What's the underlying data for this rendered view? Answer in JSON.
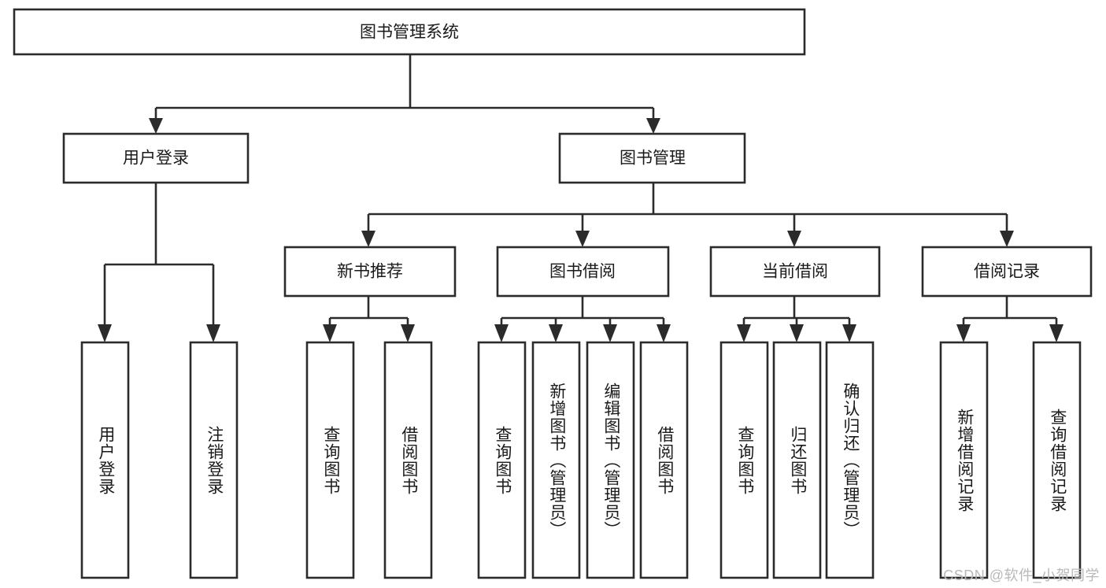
{
  "diagram": {
    "title": "图书管理系统",
    "type": "tree",
    "watermark": "CSDN @软件_小贺同学",
    "colors": {
      "stroke": "#2b2b2b",
      "fill": "#ffffff",
      "text": "#1a1a1a",
      "watermark": "#b9b9b9",
      "background": "#ffffff"
    },
    "nodes": {
      "root": {
        "label": "图书管理系统",
        "orientation": "horizontal"
      },
      "level2": [
        {
          "id": "user-login",
          "label": "用户登录",
          "orientation": "horizontal"
        },
        {
          "id": "book-manage",
          "label": "图书管理",
          "orientation": "horizontal"
        }
      ],
      "level3": [
        {
          "id": "new-book-recommend",
          "label": "新书推荐",
          "orientation": "horizontal"
        },
        {
          "id": "book-borrow",
          "label": "图书借阅",
          "orientation": "horizontal"
        },
        {
          "id": "current-borrow",
          "label": "当前借阅",
          "orientation": "horizontal"
        },
        {
          "id": "borrow-record",
          "label": "借阅记录",
          "orientation": "horizontal"
        }
      ],
      "leaves": [
        {
          "id": "leaf-user-login",
          "label": "用户登录",
          "parent": "user-login",
          "orientation": "vertical"
        },
        {
          "id": "leaf-user-logout",
          "label": "注销登录",
          "parent": "user-login",
          "orientation": "vertical"
        },
        {
          "id": "leaf-query-book-1",
          "label": "查询图书",
          "parent": "new-book-recommend",
          "orientation": "vertical"
        },
        {
          "id": "leaf-borrow-book-1",
          "label": "借阅图书",
          "parent": "new-book-recommend",
          "orientation": "vertical"
        },
        {
          "id": "leaf-query-book-2",
          "label": "查询图书",
          "parent": "book-borrow",
          "orientation": "vertical"
        },
        {
          "id": "leaf-add-book",
          "label": "新增图书（管理员）",
          "parent": "book-borrow",
          "orientation": "vertical"
        },
        {
          "id": "leaf-edit-book",
          "label": "编辑图书（管理员）",
          "parent": "book-borrow",
          "orientation": "vertical"
        },
        {
          "id": "leaf-borrow-book-2",
          "label": "借阅图书",
          "parent": "book-borrow",
          "orientation": "vertical"
        },
        {
          "id": "leaf-query-book-3",
          "label": "查询图书",
          "parent": "current-borrow",
          "orientation": "vertical"
        },
        {
          "id": "leaf-return-book",
          "label": "归还图书",
          "parent": "current-borrow",
          "orientation": "vertical"
        },
        {
          "id": "leaf-confirm-return",
          "label": "确认归还（管理员）",
          "parent": "current-borrow",
          "orientation": "vertical"
        },
        {
          "id": "leaf-add-record",
          "label": "新增借阅记录",
          "parent": "borrow-record",
          "orientation": "vertical"
        },
        {
          "id": "leaf-query-record",
          "label": "查询借阅记录",
          "parent": "borrow-record",
          "orientation": "vertical"
        }
      ]
    }
  }
}
